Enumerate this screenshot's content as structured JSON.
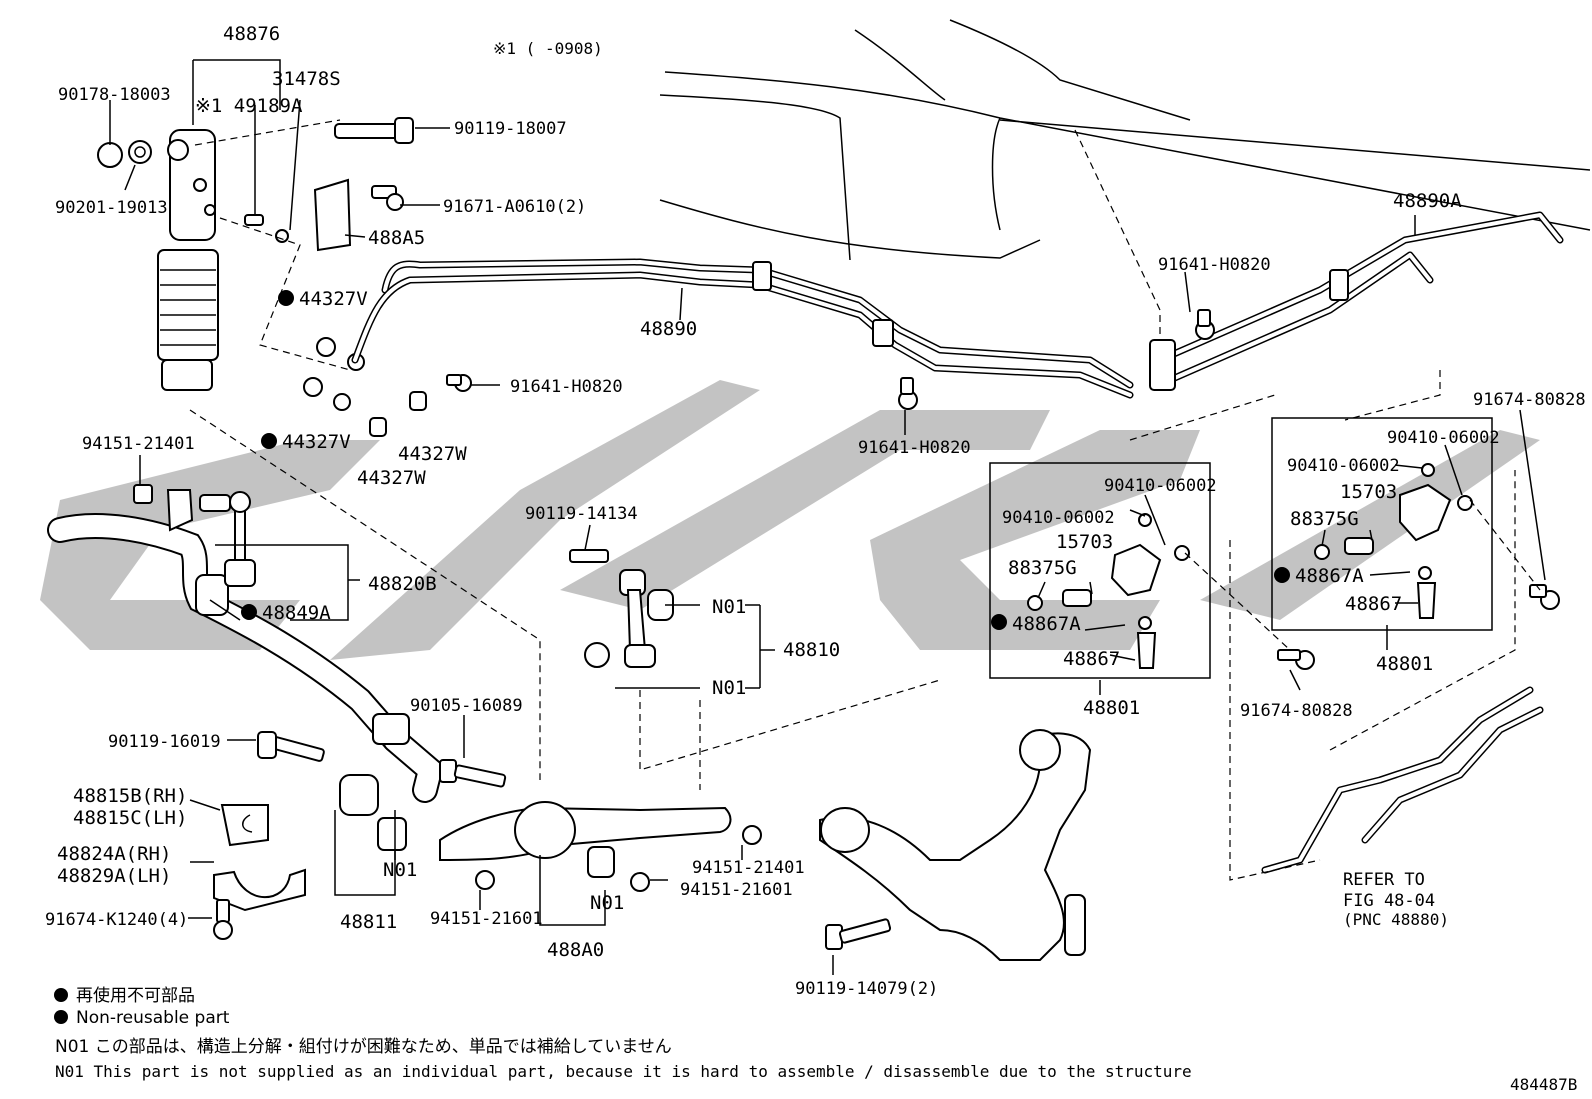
{
  "diagram": {
    "figure_id": "484487B",
    "header_note": "※1 (     -0908)",
    "labels": {
      "p48876": "48876",
      "p90178": "90178-18003",
      "p49189": "※1 49189A",
      "p31478": "31478S",
      "p90119_18007": "90119-18007",
      "p90201": "90201-19013",
      "p91671": "91671-A0610(2)",
      "p488A5": "488A5",
      "p44327V_a": "44327V",
      "p44327V_b": "44327V",
      "p44327W_a": "44327W",
      "p44327W_b": "44327W",
      "p48890": "48890",
      "p91641_a": "91641-H0820",
      "p91641_b": "91641-H0820",
      "p91641_c": "91641-H0820",
      "p48890A": "48890A",
      "p91674_a": "91674-80828",
      "p91674_b": "91674-80828",
      "p90410_a": "90410-06002",
      "p90410_b": "90410-06002",
      "p90410_c": "90410-06002",
      "p90410_d": "90410-06002",
      "p15703_a": "15703",
      "p15703_b": "15703",
      "p88375G_a": "88375G",
      "p88375G_b": "88375G",
      "p48867A_a": "48867A",
      "p48867A_b": "48867A",
      "p48867_a": "48867",
      "p48867_b": "48867",
      "p48801_a": "48801",
      "p48801_b": "48801",
      "p94151_21401_a": "94151-21401",
      "p94151_21401_b": "94151-21401",
      "p48820B": "48820B",
      "p48849A": "48849A",
      "p90119_14134": "90119-14134",
      "pN01_a": "N01",
      "pN01_b": "N01",
      "pN01_c": "N01",
      "pN01_d": "N01",
      "p48810": "48810",
      "p90105": "90105-16089",
      "p90119_16019": "90119-16019",
      "p48815B": "48815B(RH)",
      "p48815C": "48815C(LH)",
      "p48824A": "48824A(RH)",
      "p48829A": "48829A(LH)",
      "p91674_K": "91674-K1240(4)",
      "p48811": "48811",
      "p94151_21601_a": "94151-21601",
      "p94151_21601_b": "94151-21601",
      "p488A0": "488A0",
      "p90119_14079": "90119-14079(2)",
      "refer_1": "REFER TO",
      "refer_2": "FIG 48-04",
      "refer_3": "(PNC 48880)"
    },
    "legend": {
      "jp_nonreusable": "再使用不可部品",
      "en_nonreusable": "Non-reusable part",
      "jp_n01": "N01 この部品は、構造上分解・組付けが困難なため、単品では補給していません",
      "en_n01": "N01 This part is not supplied as an individual part, because it is hard to assemble / disassemble due to the structure"
    }
  }
}
